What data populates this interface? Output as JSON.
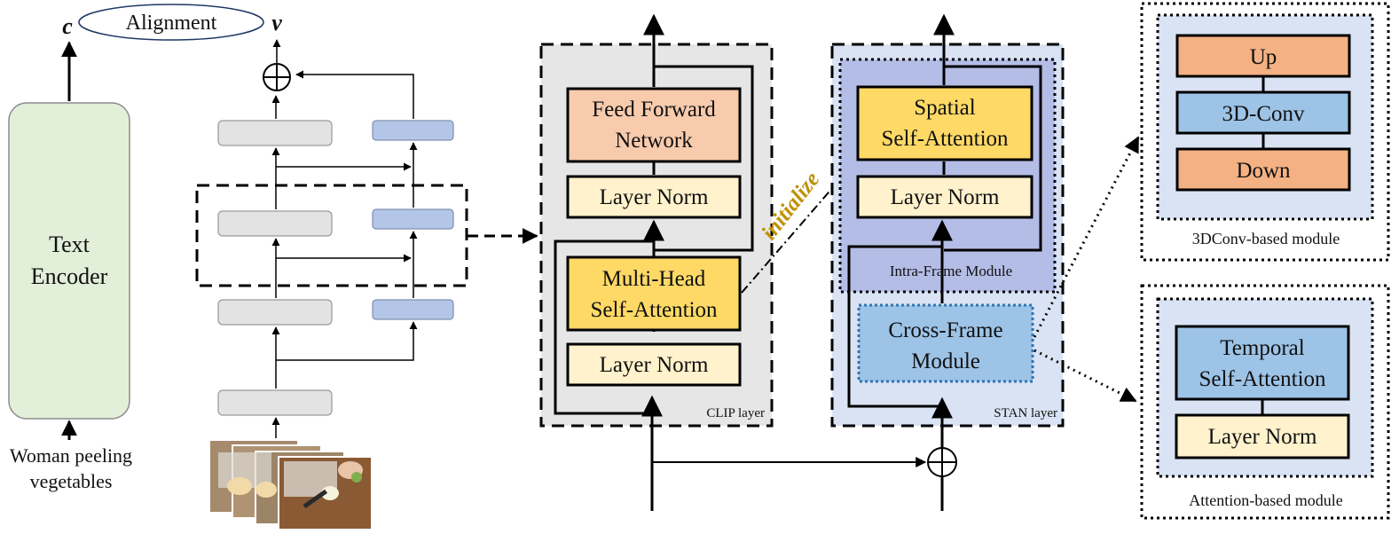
{
  "text_encoder": {
    "label_line1": "Text",
    "label_line2": "Encoder",
    "input_line1": "Woman peeling",
    "input_line2": "vegetables",
    "output_symbol": "c"
  },
  "alignment": {
    "label": "Alignment"
  },
  "video_branch": {
    "output_symbol": "v",
    "plus": "⊕"
  },
  "clip_layer": {
    "feed_forward_line1": "Feed Forward",
    "feed_forward_line2": "Network",
    "layer_norm_top": "Layer Norm",
    "mhsa_line1": "Multi-Head",
    "mhsa_line2": "Self-Attention",
    "layer_norm_bottom": "Layer Norm",
    "caption": "CLIP layer"
  },
  "initialize": {
    "label": "initialize"
  },
  "stan_layer": {
    "spatial_line1": "Spatial",
    "spatial_line2": "Self-Attention",
    "layer_norm": "Layer Norm",
    "intra_frame_caption": "Intra-Frame Module",
    "cross_frame_line1": "Cross-Frame",
    "cross_frame_line2": "Module",
    "caption": "STAN layer"
  },
  "conv_module": {
    "up": "Up",
    "conv": "3D-Conv",
    "down": "Down",
    "caption": "3DConv-based module"
  },
  "attention_module": {
    "temporal_line1": "Temporal",
    "temporal_line2": "Self-Attention",
    "layer_norm": "Layer Norm",
    "caption": "Attention-based module"
  },
  "colors": {
    "text_encoder_fill": "#e2efd9",
    "gray_block": "#e3e3e3",
    "blue_block": "#b4c6e7",
    "clip_bg": "#e6e6e6",
    "stan_bg": "#dae3f3",
    "intra_bg": "#b4bde6",
    "feed_forward": "#f8cbad",
    "attention_yellow": "#ffd966",
    "layer_norm": "#fff2cc",
    "cross_frame": "#9dc3e6",
    "conv_orange": "#f4b183",
    "initialize_text": "#bf9000"
  }
}
